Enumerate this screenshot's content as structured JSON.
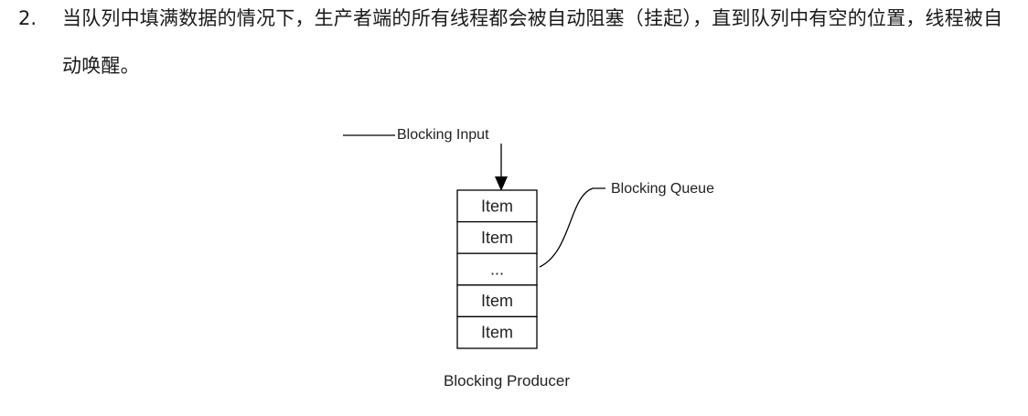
{
  "list_item": {
    "number": "2.",
    "text": "当队列中填满数据的情况下，生产者端的所有线程都会被自动阻塞（挂起），直到队列中有空的位置，线程被自动唤醒。"
  },
  "diagram": {
    "input_label": "Blocking Input",
    "queue_label": "Blocking Queue",
    "caption": "Blocking Producer",
    "cells": [
      "Item",
      "Item",
      "...",
      "Item",
      "Item"
    ]
  }
}
